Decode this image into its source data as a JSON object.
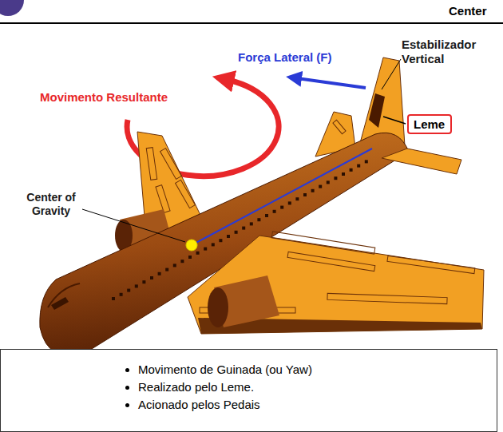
{
  "diagram": {
    "nodes": [
      {
        "text": [
          "Leme"
        ]
      },
      {
        "text": [
          "Movimento de Guinada (ou Yaw)",
          "Realizado pelo Leme.",
          "Acionado pelos Pedais"
        ]
      }
    ],
    "labels": [
      "Center",
      "Estabilizador Vertical",
      "Força Lateral (F)",
      "Movimento Resultante",
      "Center of Gravity"
    ]
  }
}
